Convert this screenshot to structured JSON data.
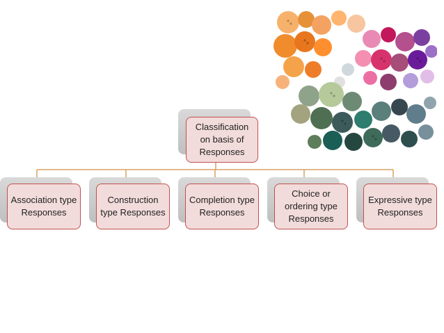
{
  "diagram": {
    "root": {
      "label": "Classification on basis of Responses"
    },
    "children": [
      {
        "label": "Association type Responses"
      },
      {
        "label": "Construction type Responses"
      },
      {
        "label": "Completion type Responses"
      },
      {
        "label": "Choice or ordering type Responses"
      },
      {
        "label": "Expressive type Responses"
      }
    ]
  },
  "colors": {
    "node_fill": "#f2dcdb",
    "node_border": "#c0504d",
    "connector": "#d9a066",
    "shadow": "#c8c8c8"
  },
  "image": {
    "subject": "colorful-buttons-photo"
  }
}
